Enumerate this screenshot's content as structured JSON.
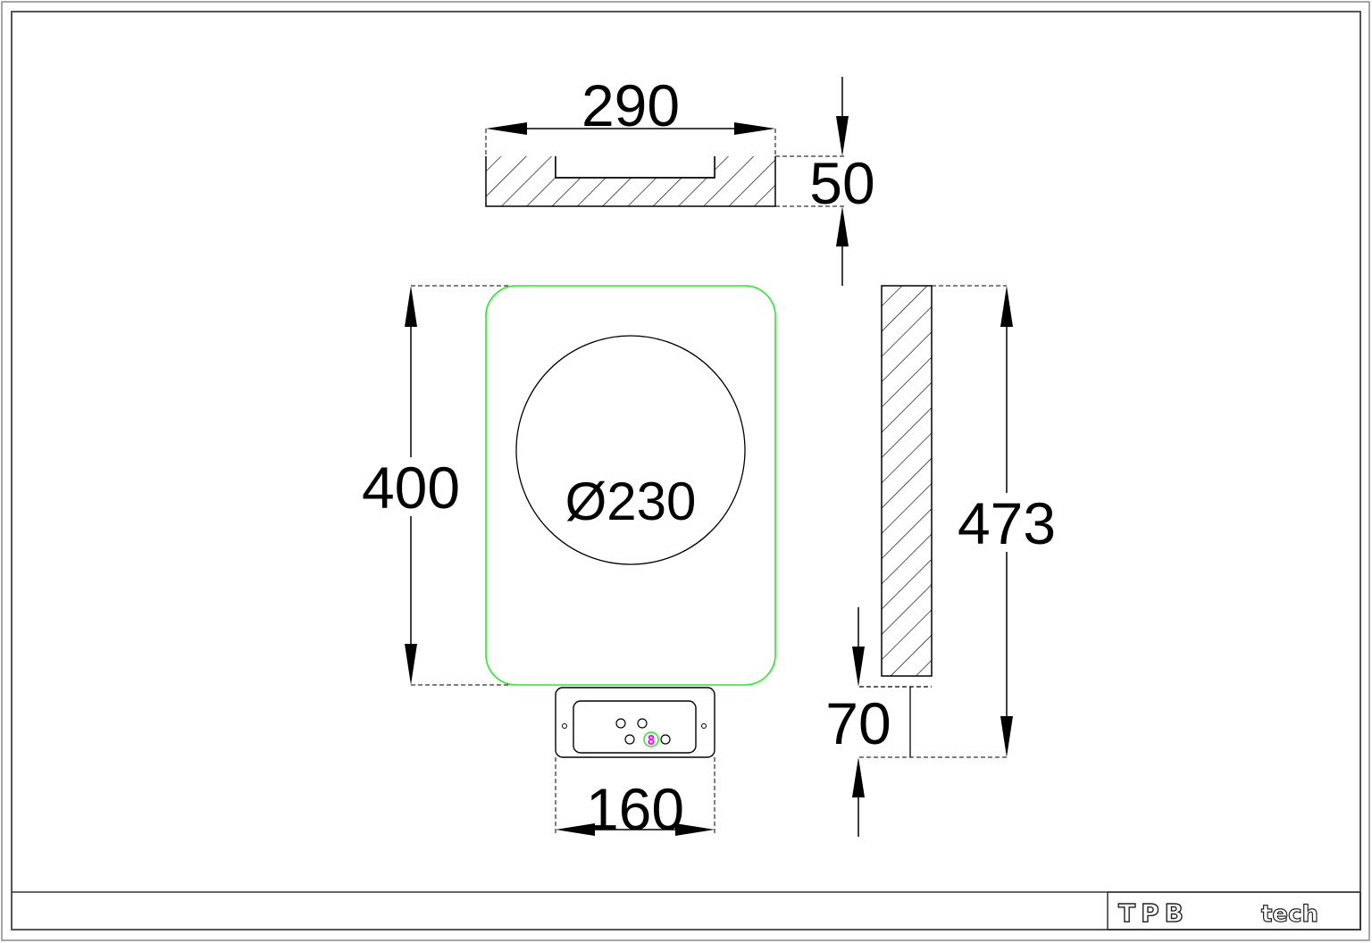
{
  "drawing": {
    "title_block": {
      "logo_text": "TPB",
      "logo_suffix": "tech"
    },
    "top_view": {
      "width_label": "290",
      "height_label": "50"
    },
    "front_view": {
      "height_label": "400",
      "diameter_label": "Ø230",
      "panel_width_label": "160"
    },
    "side_view": {
      "total_height_label": "473",
      "panel_height_label": "70"
    },
    "control_panel": {
      "display_glyph": "8",
      "display_color": "#ff00ff",
      "ring_color": "#00e000"
    },
    "colors": {
      "outline_green": "#22ee22",
      "line": "#000000",
      "frame": "#555555"
    }
  }
}
